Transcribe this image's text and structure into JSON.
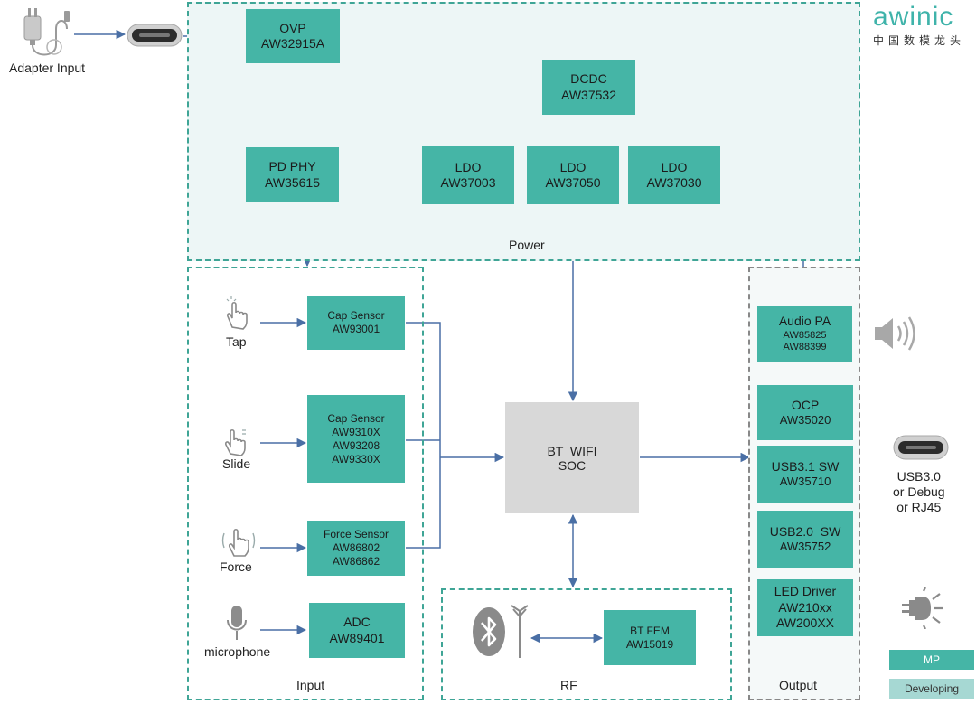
{
  "brand": {
    "name": "awinic",
    "tagline": "中国数模龙头"
  },
  "adapter": {
    "label": "Adapter Input"
  },
  "groups": {
    "power": "Power",
    "input": "Input",
    "rf": "RF",
    "output": "Output"
  },
  "power_blocks": {
    "ovp": {
      "title": "OVP",
      "part": "AW32915A"
    },
    "dcdc": {
      "title": "DCDC",
      "part": "AW37532"
    },
    "pdphy": {
      "title": "PD PHY",
      "part": "AW35615"
    },
    "ldo1": {
      "title": "LDO",
      "part": "AW37003"
    },
    "ldo2": {
      "title": "LDO",
      "part": "AW37050"
    },
    "ldo3": {
      "title": "LDO",
      "part": "AW37030"
    }
  },
  "input_blocks": {
    "cap1": {
      "title": "Cap Sensor",
      "parts": [
        "AW93001"
      ]
    },
    "cap2": {
      "title": "Cap Sensor",
      "parts": [
        "AW9310X",
        "AW93208",
        "AW9330X"
      ]
    },
    "force": {
      "title": "Force Sensor",
      "parts": [
        "AW86802",
        "AW86862"
      ]
    },
    "adc": {
      "title": "ADC",
      "parts": [
        "AW89401"
      ]
    }
  },
  "input_labels": {
    "tap": "Tap",
    "slide": "Slide",
    "force": "Force",
    "mic": "microphone"
  },
  "soc": {
    "line1": "BT  WIFI",
    "line2": "SOC"
  },
  "rf": {
    "fem_title": "BT FEM",
    "fem_part": "AW15019"
  },
  "output_blocks": {
    "audio": {
      "title": "Audio PA",
      "parts": [
        "AW85825",
        "AW88399"
      ]
    },
    "ocp": {
      "title": "OCP",
      "part": "AW35020"
    },
    "usb31": {
      "title": "USB3.1 SW",
      "part": "AW35710"
    },
    "usb20": {
      "title": "USB2.0  SW",
      "part": "AW35752"
    },
    "led": {
      "title": "LED Driver",
      "parts": [
        "AW210xx",
        "AW200XX"
      ]
    }
  },
  "usb_label": [
    "USB3.0",
    "or Debug",
    "or RJ45"
  ],
  "legend": {
    "mp": "MP",
    "developing": "Developing"
  },
  "colors": {
    "mp": "#45b5a6",
    "developing": "#a6d8d3",
    "dashed_border": "#3fa596",
    "arrow": "#4a6fa5",
    "soc": "#d8d8d8"
  },
  "icons": [
    "adapter-plug-icon",
    "usb-c-port-icon",
    "tap-gesture-icon",
    "slide-gesture-icon",
    "force-press-icon",
    "microphone-icon",
    "bluetooth-icon",
    "antenna-icon",
    "speaker-icon",
    "usb-c-port-icon",
    "led-light-icon"
  ]
}
